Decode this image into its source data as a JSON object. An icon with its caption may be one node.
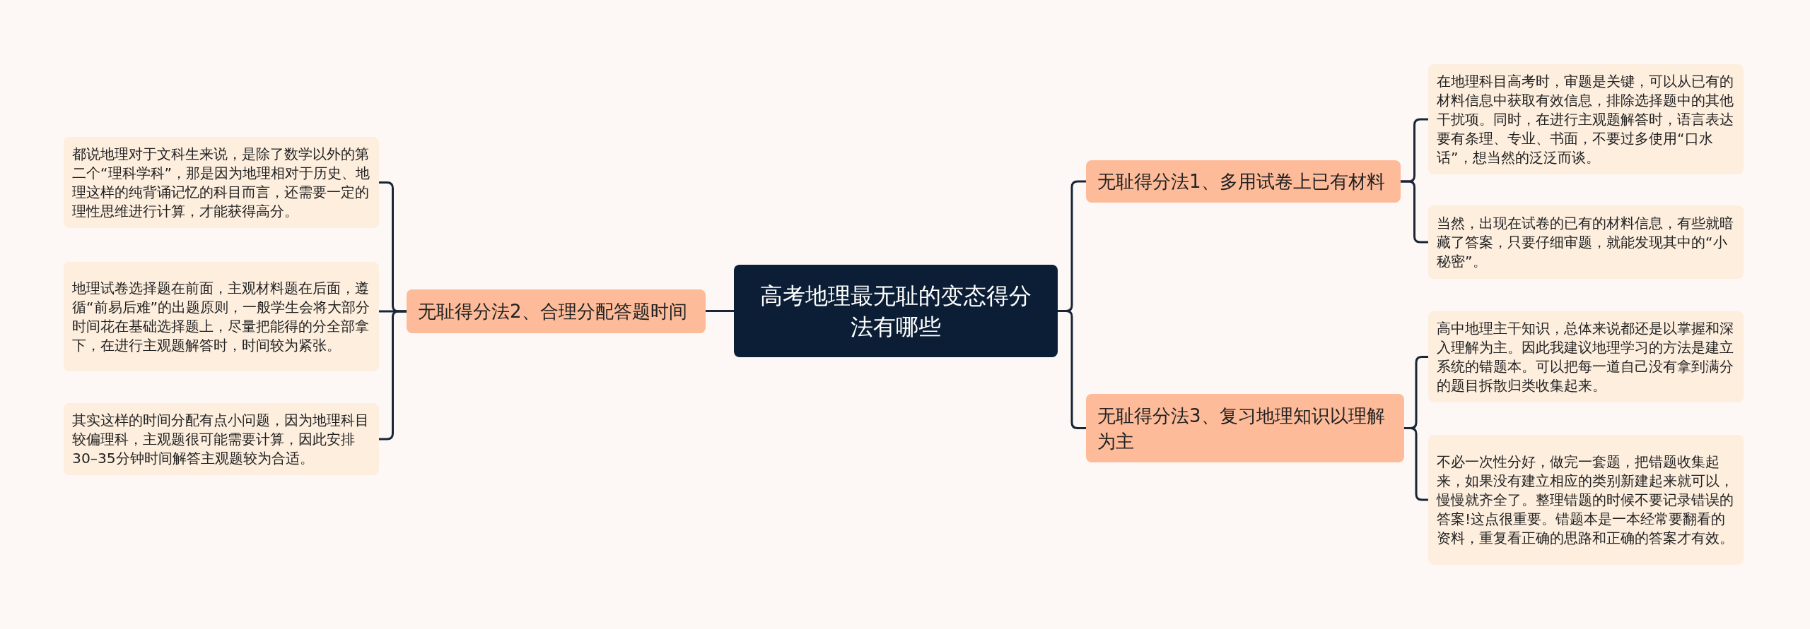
{
  "diagram": {
    "nodes": [
      {
        "text": [
          "高考地理最无耻的变态得分法有哪些"
        ]
      },
      {
        "text": [
          "无耻得分法1、多用试卷上已有材料"
        ]
      },
      {
        "text": [
          "在地理科目高考时，审题是关键，可以从已有的材料信息中获取有效信息，排除选择题中的其他干扰项。同时，在进行主观题解答时，语言表达要有条理、专业、书面，不要过多使用“口水话”，想当然的泛泛而谈。"
        ]
      },
      {
        "text": [
          "当然，出现在试卷的已有的材料信息，有些就暗藏了答案，只要仔细审题，就能发现其中的“小秘密”。"
        ]
      },
      {
        "text": [
          "无耻得分法2、合理分配答题时间"
        ]
      },
      {
        "text": [
          "都说地理对于文科生来说，是除了数学以外的第二个“理科学科”，那是因为地理相对于历史、地理这样的纯背诵记忆的科目而言，还需要一定的理性思维进行计算，才能获得高分。"
        ]
      },
      {
        "text": [
          "地理试卷选择题在前面，主观材料题在后面，遵循“前易后难”的出题原则，一般学生会将大部分时间花在基础选择题上，尽量把能得的分全部拿下，在进行主观题解答时，时间较为紧张。"
        ]
      },
      {
        "text": [
          "其实这样的时间分配有点小问题，因为地理科目较偏理科，主观题很可能需要计算，因此安排30–35分钟时间解答主观题较为合适。"
        ]
      },
      {
        "text": [
          "无耻得分法3、复习地理知识以理解为主"
        ]
      },
      {
        "text": [
          "高中地理主干知识，总体来说都还是以掌握和深入理解为主。因此我建议地理学习的方法是建立系统的错题本。可以把每一道自己没有拿到满分的题目拆散归类收集起来。"
        ]
      },
      {
        "text": [
          "不必一次性分好，做完一套题，把错题收集起来，如果没有建立相应的类别新建起来就可以，慢慢就齐全了。整理错题的时候不要记录错误的答案!这点很重要。错题本是一本经常要翻看的资料，重复看正确的思路和正确的答案才有效。"
        ]
      }
    ],
    "edges": [
      {
        "from": 0,
        "to": 1,
        "arrow": "none"
      },
      {
        "from": 1,
        "to": 2,
        "arrow": "none"
      },
      {
        "from": 1,
        "to": 3,
        "arrow": "none"
      },
      {
        "from": 0,
        "to": 4,
        "arrow": "none"
      },
      {
        "from": 4,
        "to": 5,
        "arrow": "none"
      },
      {
        "from": 4,
        "to": 6,
        "arrow": "none"
      },
      {
        "from": 4,
        "to": 7,
        "arrow": "none"
      },
      {
        "from": 0,
        "to": 8,
        "arrow": "none"
      },
      {
        "from": 8,
        "to": 9,
        "arrow": "none"
      },
      {
        "from": 8,
        "to": 10,
        "arrow": "none"
      }
    ]
  }
}
